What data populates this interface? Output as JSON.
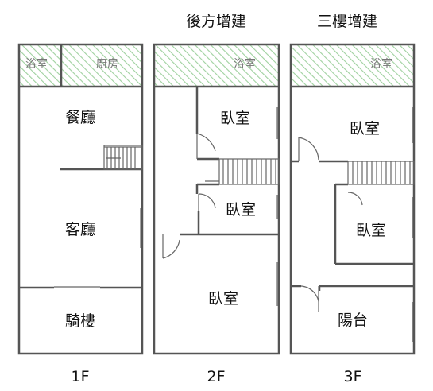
{
  "headings": {
    "second": "後方增建",
    "third": "三樓增建"
  },
  "floors": {
    "f1": {
      "label": "1F",
      "hatch": {
        "bath": "浴室",
        "kitchen": "廚房"
      },
      "rooms": {
        "dining": "餐廳",
        "living": "客廳",
        "arcade": "騎樓"
      }
    },
    "f2": {
      "label": "2F",
      "hatch": {
        "bath": "浴室"
      },
      "rooms": {
        "bedroom_a": "臥室",
        "bedroom_b": "臥室",
        "bedroom_c": "臥室"
      }
    },
    "f3": {
      "label": "3F",
      "hatch": {
        "bath": "浴室"
      },
      "rooms": {
        "bedroom_a": "臥室",
        "bedroom_b": "臥室",
        "balcony": "陽台"
      }
    }
  },
  "colors": {
    "wall": "#555555",
    "hatch": "#9fd19f",
    "text": "#111111"
  }
}
